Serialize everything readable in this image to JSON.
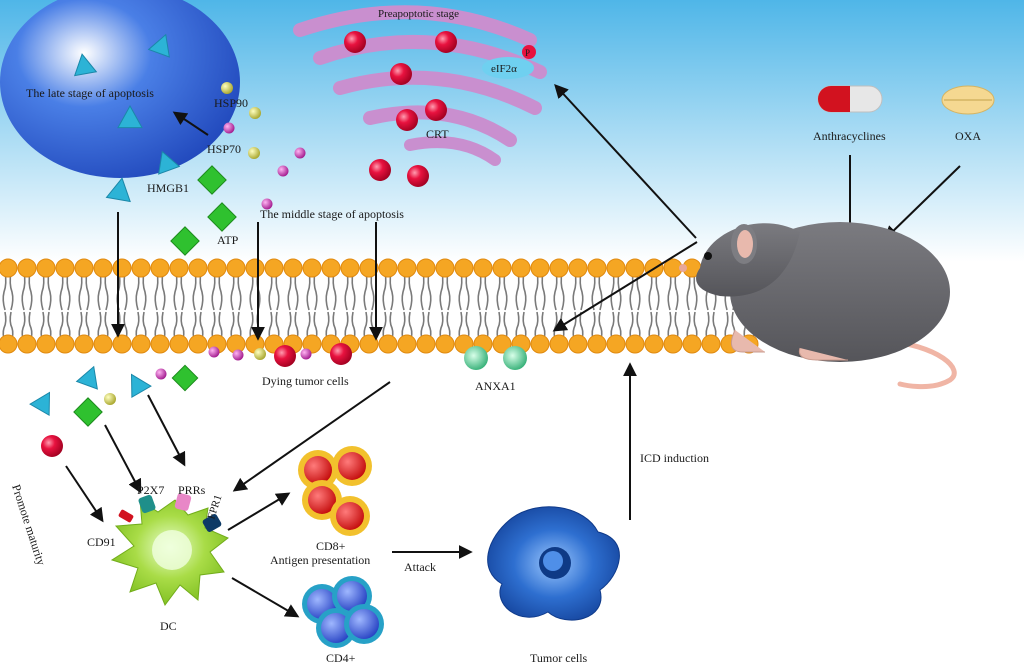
{
  "labels": {
    "preapoptotic": "Preapoptotic stage",
    "late_stage": "The late stage of apoptosis",
    "eif2a": "eIF2α",
    "p": "P",
    "hsp90": "HSP90",
    "hsp70": "HSP70",
    "crt": "CRT",
    "hmgb1": "HMGB1",
    "atp": "ATP",
    "middle_stage": "The middle stage of apoptosis",
    "anthracyclines": "Anthracyclines",
    "oxa": "OXA",
    "dying_tumor_cells": "Dying tumor cells",
    "anxa1": "ANXA1",
    "icd_induction": "ICD induction",
    "promote_maturity": "Promote maturity",
    "cd91": "CD91",
    "p2x7": "P2X7",
    "prrs": "PRRs",
    "fpr1": "FPR1",
    "cd8": "CD8+",
    "antigen_presentation": "Antigen presentation",
    "attack": "Attack",
    "dc": "DC",
    "cd4": "CD4+",
    "tumor_cells": "Tumor cells"
  },
  "colors": {
    "sky_top": "#4fb6e8",
    "sky_bottom": "#ffffff",
    "membrane_head": "#f5a623",
    "membrane_tail": "#7a7a7a",
    "crt": "#e0103c",
    "hmgb1": "#2cb3d6",
    "atp": "#2fc12f",
    "hsp90": "#c8c83a",
    "hsp70": "#c62ba8",
    "er": "#d59bd6",
    "late_cell": "#1f52c7",
    "dc": "#8fd12c",
    "cd8_inner": "#e41b1b",
    "cd8_outer": "#f2c12d",
    "cd4": "#3a5fe0",
    "tumor": "#1e5bbf",
    "mouse": "#6e6e72",
    "anxa1": "#39c28a"
  }
}
